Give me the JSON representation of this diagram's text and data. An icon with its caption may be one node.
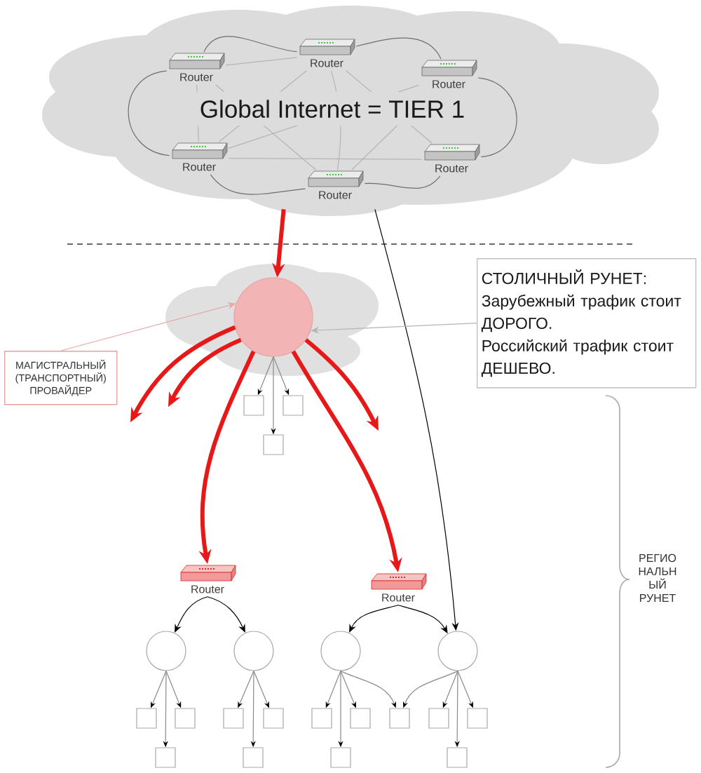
{
  "diagram": {
    "nodes": [
      {
        "text": [
          "Global Internet = TIER 1"
        ]
      },
      {
        "text": [
          "Router"
        ],
        "in": 0
      },
      {
        "text": [
          "Router"
        ],
        "in": 0
      },
      {
        "text": [
          "Router"
        ],
        "in": 0
      },
      {
        "text": [
          "Router"
        ],
        "in": 0
      },
      {
        "text": [
          "Router"
        ],
        "in": 0
      },
      {
        "text": [
          "Router"
        ],
        "in": 0
      },
      {
        "text": [],
        "shape": "circle"
      },
      {
        "text": [
          "СТОЛИЧНЫЙ РУНЕТ:",
          "Зарубежный трафик стоит ДОРОГО.",
          "Российский трафик стоит ДЕШЕВО."
        ]
      },
      {
        "text": [
          "МАГИСТРАЛЬНЫЙ (ТРАНСПОРТНЫЙ) ПРОВАЙДЕР"
        ]
      },
      {
        "text": [],
        "shape": "box"
      },
      {
        "text": [],
        "shape": "box"
      },
      {
        "text": [],
        "shape": "box"
      },
      {
        "text": [
          "Router"
        ]
      },
      {
        "text": [
          "Router"
        ]
      },
      {
        "text": [],
        "shape": "circle"
      },
      {
        "text": [],
        "shape": "circle"
      },
      {
        "text": [],
        "shape": "circle"
      },
      {
        "text": [],
        "shape": "circle"
      },
      {
        "text": [],
        "shape": "box"
      },
      {
        "text": [],
        "shape": "box"
      },
      {
        "text": [],
        "shape": "box"
      },
      {
        "text": [],
        "shape": "box"
      },
      {
        "text": [],
        "shape": "box"
      },
      {
        "text": [],
        "shape": "box"
      },
      {
        "text": [],
        "shape": "box"
      },
      {
        "text": [],
        "shape": "box"
      },
      {
        "text": [],
        "shape": "box"
      },
      {
        "text": [],
        "shape": "box"
      },
      {
        "text": [],
        "shape": "box"
      },
      {
        "text": [],
        "shape": "box"
      },
      {
        "text": [],
        "shape": "box"
      }
    ],
    "edges": [
      {
        "from": 1,
        "to": 2,
        "arrow": "none",
        "color": "#6e6e6e"
      },
      {
        "from": 2,
        "to": 3,
        "arrow": "none",
        "color": "#6e6e6e"
      },
      {
        "from": 3,
        "to": 6,
        "arrow": "none",
        "color": "#6e6e6e"
      },
      {
        "from": 6,
        "to": 5,
        "arrow": "none",
        "color": "#6e6e6e"
      },
      {
        "from": 5,
        "to": 4,
        "arrow": "none",
        "color": "#6e6e6e"
      },
      {
        "from": 4,
        "to": 1,
        "arrow": "none",
        "color": "#6e6e6e"
      },
      {
        "from": 1,
        "to": 2,
        "arrow": "none",
        "color": "#b4b4b4"
      },
      {
        "from": 1,
        "to": 4,
        "arrow": "none",
        "color": "#b4b4b4"
      },
      {
        "from": 1,
        "to": 5,
        "arrow": "none",
        "color": "#b4b4b4"
      },
      {
        "from": 2,
        "to": 4,
        "arrow": "none",
        "color": "#b4b4b4"
      },
      {
        "from": 2,
        "to": 5,
        "arrow": "none",
        "color": "#b4b4b4"
      },
      {
        "from": 2,
        "to": 6,
        "arrow": "none",
        "color": "#b4b4b4"
      },
      {
        "from": 3,
        "to": 4,
        "arrow": "none",
        "color": "#b4b4b4"
      },
      {
        "from": 3,
        "to": 5,
        "arrow": "none",
        "color": "#b4b4b4"
      },
      {
        "from": 4,
        "to": 6,
        "arrow": "none",
        "color": "#b4b4b4"
      },
      {
        "from": 0,
        "to": 7,
        "arrow": "to",
        "style": "thick",
        "color": "#e81818"
      },
      {
        "from": 0,
        "to": 18,
        "arrow": "to",
        "color": "#000000"
      },
      {
        "from": 9,
        "to": 7,
        "arrow": "to",
        "color": "#e8a8a8"
      },
      {
        "from": 8,
        "to": 7,
        "arrow": "to",
        "color": "#b4b4b4"
      },
      {
        "from": 7,
        "to": null,
        "arrow": "to",
        "style": "thick",
        "color": "#e81818"
      },
      {
        "from": 7,
        "to": null,
        "arrow": "to",
        "style": "thick",
        "color": "#e81818"
      },
      {
        "from": 7,
        "to": 13,
        "arrow": "to",
        "style": "thick",
        "color": "#e81818"
      },
      {
        "from": 7,
        "to": 14,
        "arrow": "to",
        "style": "thick",
        "color": "#e81818"
      },
      {
        "from": 7,
        "to": null,
        "arrow": "to",
        "style": "thick",
        "color": "#e81818"
      },
      {
        "from": 7,
        "to": 10,
        "arrow": "to"
      },
      {
        "from": 7,
        "to": 11,
        "arrow": "to"
      },
      {
        "from": 7,
        "to": 12,
        "arrow": "to"
      },
      {
        "from": 13,
        "to": 15,
        "arrow": "to",
        "color": "#000000"
      },
      {
        "from": 13,
        "to": 16,
        "arrow": "to",
        "color": "#000000"
      },
      {
        "from": 14,
        "to": 17,
        "arrow": "to",
        "color": "#000000"
      },
      {
        "from": 14,
        "to": 18,
        "arrow": "to",
        "color": "#000000"
      },
      {
        "from": 15,
        "to": 19,
        "arrow": "to"
      },
      {
        "from": 15,
        "to": 20,
        "arrow": "to"
      },
      {
        "from": 15,
        "to": 28,
        "arrow": "to"
      },
      {
        "from": 16,
        "to": 21,
        "arrow": "to"
      },
      {
        "from": 16,
        "to": 22,
        "arrow": "to"
      },
      {
        "from": 16,
        "to": 29,
        "arrow": "to"
      },
      {
        "from": 17,
        "to": 23,
        "arrow": "to"
      },
      {
        "from": 17,
        "to": 24,
        "arrow": "to"
      },
      {
        "from": 17,
        "to": 25,
        "arrow": "to"
      },
      {
        "from": 17,
        "to": 30,
        "arrow": "to"
      },
      {
        "from": 18,
        "to": 25,
        "arrow": "to"
      },
      {
        "from": 18,
        "to": 26,
        "arrow": "to"
      },
      {
        "from": 18,
        "to": 27,
        "arrow": "to"
      },
      {
        "from": 18,
        "to": 31,
        "arrow": "to"
      }
    ],
    "labels": [
      "РЕГИО НАЛЬН ЫЙ РУНЕТ"
    ]
  }
}
